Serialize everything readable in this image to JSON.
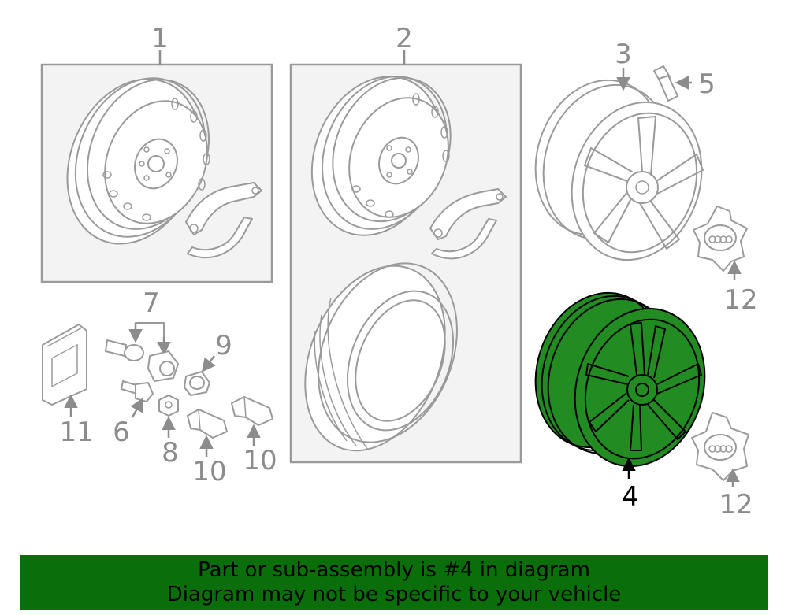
{
  "callouts": {
    "c1": "1",
    "c2": "2",
    "c3": "3",
    "c4": "4",
    "c5": "5",
    "c6": "6",
    "c7": "7",
    "c8": "8",
    "c9": "9",
    "c10a": "10",
    "c10b": "10",
    "c11": "11",
    "c12a": "12",
    "c12b": "12"
  },
  "highlight_color": "#228b22",
  "banner": {
    "line1": "Part or sub-assembly is #4 in diagram",
    "line2": "Diagram may not be specific to your vehicle",
    "color": "#0a6f0a"
  }
}
